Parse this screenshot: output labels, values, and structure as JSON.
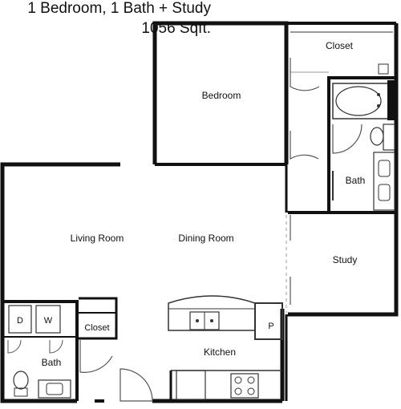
{
  "plan": {
    "title": "1 Bedroom, 1 Bath + Study",
    "area": "1056 Sqft."
  },
  "rooms": {
    "closet_upper": "Closet",
    "bedroom": "Bedroom",
    "bath_main": "Bath",
    "living_room": "Living Room",
    "dining_room": "Dining Room",
    "study": "Study",
    "closet_lower": "Closet",
    "kitchen": "Kitchen",
    "pantry": "P",
    "bath_small": "Bath",
    "dryer": "D",
    "washer": "W"
  },
  "colors": {
    "wall": "#111111",
    "fixture": "#333333",
    "background": "#ffffff"
  }
}
